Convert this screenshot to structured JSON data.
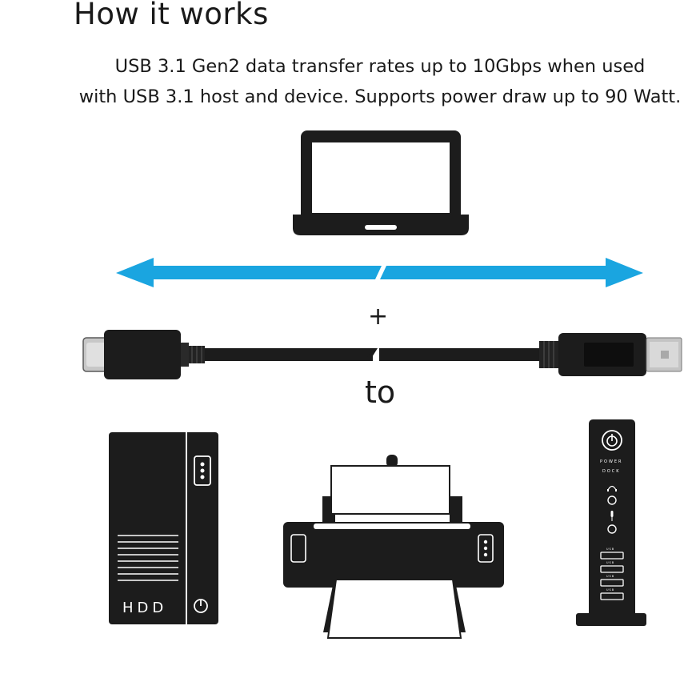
{
  "header": {
    "title": "How it works",
    "description_line1": "USB 3.1 Gen2 data transfer rates up to 10Gbps when used",
    "description_line2": "with USB 3.1 host and device. Supports power draw up to 90 Watt."
  },
  "diagram": {
    "plus_symbol": "+",
    "to_text": "to",
    "hdd_label": "HDD",
    "dock_power_label": "POWER",
    "dock_dock_label": "DOCK",
    "usb_port_label": "USB"
  },
  "colors": {
    "arrow": "#1aa5e0",
    "device_fill": "#1c1c1c",
    "text": "#1a1a1a"
  },
  "icons": [
    "laptop-icon",
    "usb-cable-icon",
    "hdd-icon",
    "printer-icon",
    "docking-station-icon",
    "power-icon",
    "headphone-icon",
    "microphone-icon"
  ]
}
